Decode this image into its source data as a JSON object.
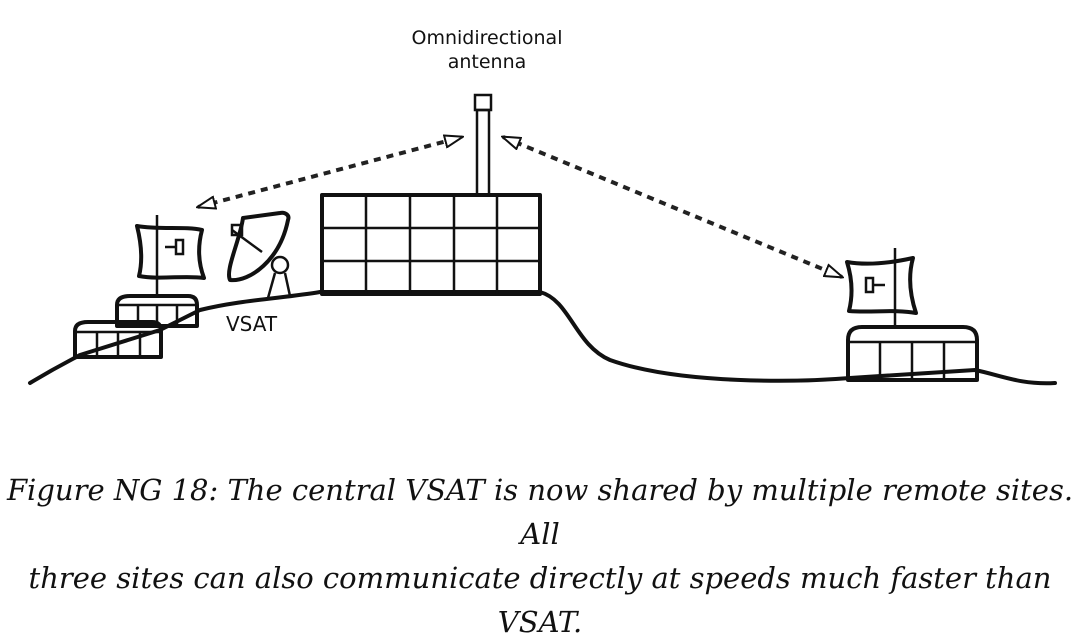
{
  "diagram": {
    "antenna_label_line1": "Omnidirectional",
    "antenna_label_line2": "antenna",
    "vsat_label": "VSAT"
  },
  "caption": {
    "line1": "Figure NG 18: The central VSAT is now shared by multiple remote sites. All",
    "line2": "three sites can also communicate directly at speeds much faster than VSAT."
  }
}
